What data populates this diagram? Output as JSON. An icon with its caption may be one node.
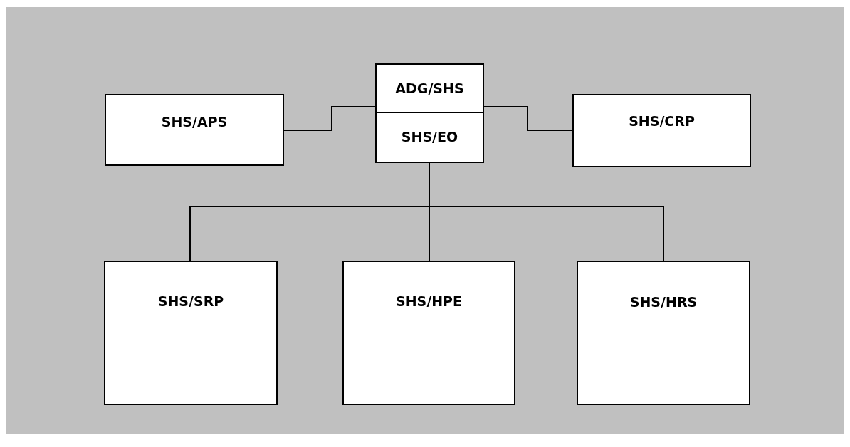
{
  "diagram": {
    "nodes": [
      {
        "text": [
          "ADG/SHS"
        ]
      },
      {
        "text": [
          "SHS/APS"
        ]
      },
      {
        "text": [
          "SHS/EO"
        ]
      },
      {
        "text": [
          "SHS/CRP"
        ]
      },
      {
        "text": [
          "SHS/SRP"
        ]
      },
      {
        "text": [
          "SHS/HPE"
        ]
      },
      {
        "text": [
          "SHS/HRS"
        ]
      }
    ],
    "edges": [
      {
        "from": 1,
        "to": 0,
        "arrow": "none"
      },
      {
        "from": 0,
        "to": 3,
        "arrow": "none"
      },
      {
        "from": 2,
        "to": 4,
        "arrow": "none"
      },
      {
        "from": 2,
        "to": 5,
        "arrow": "none"
      },
      {
        "from": 2,
        "to": 6,
        "arrow": "none"
      }
    ]
  }
}
